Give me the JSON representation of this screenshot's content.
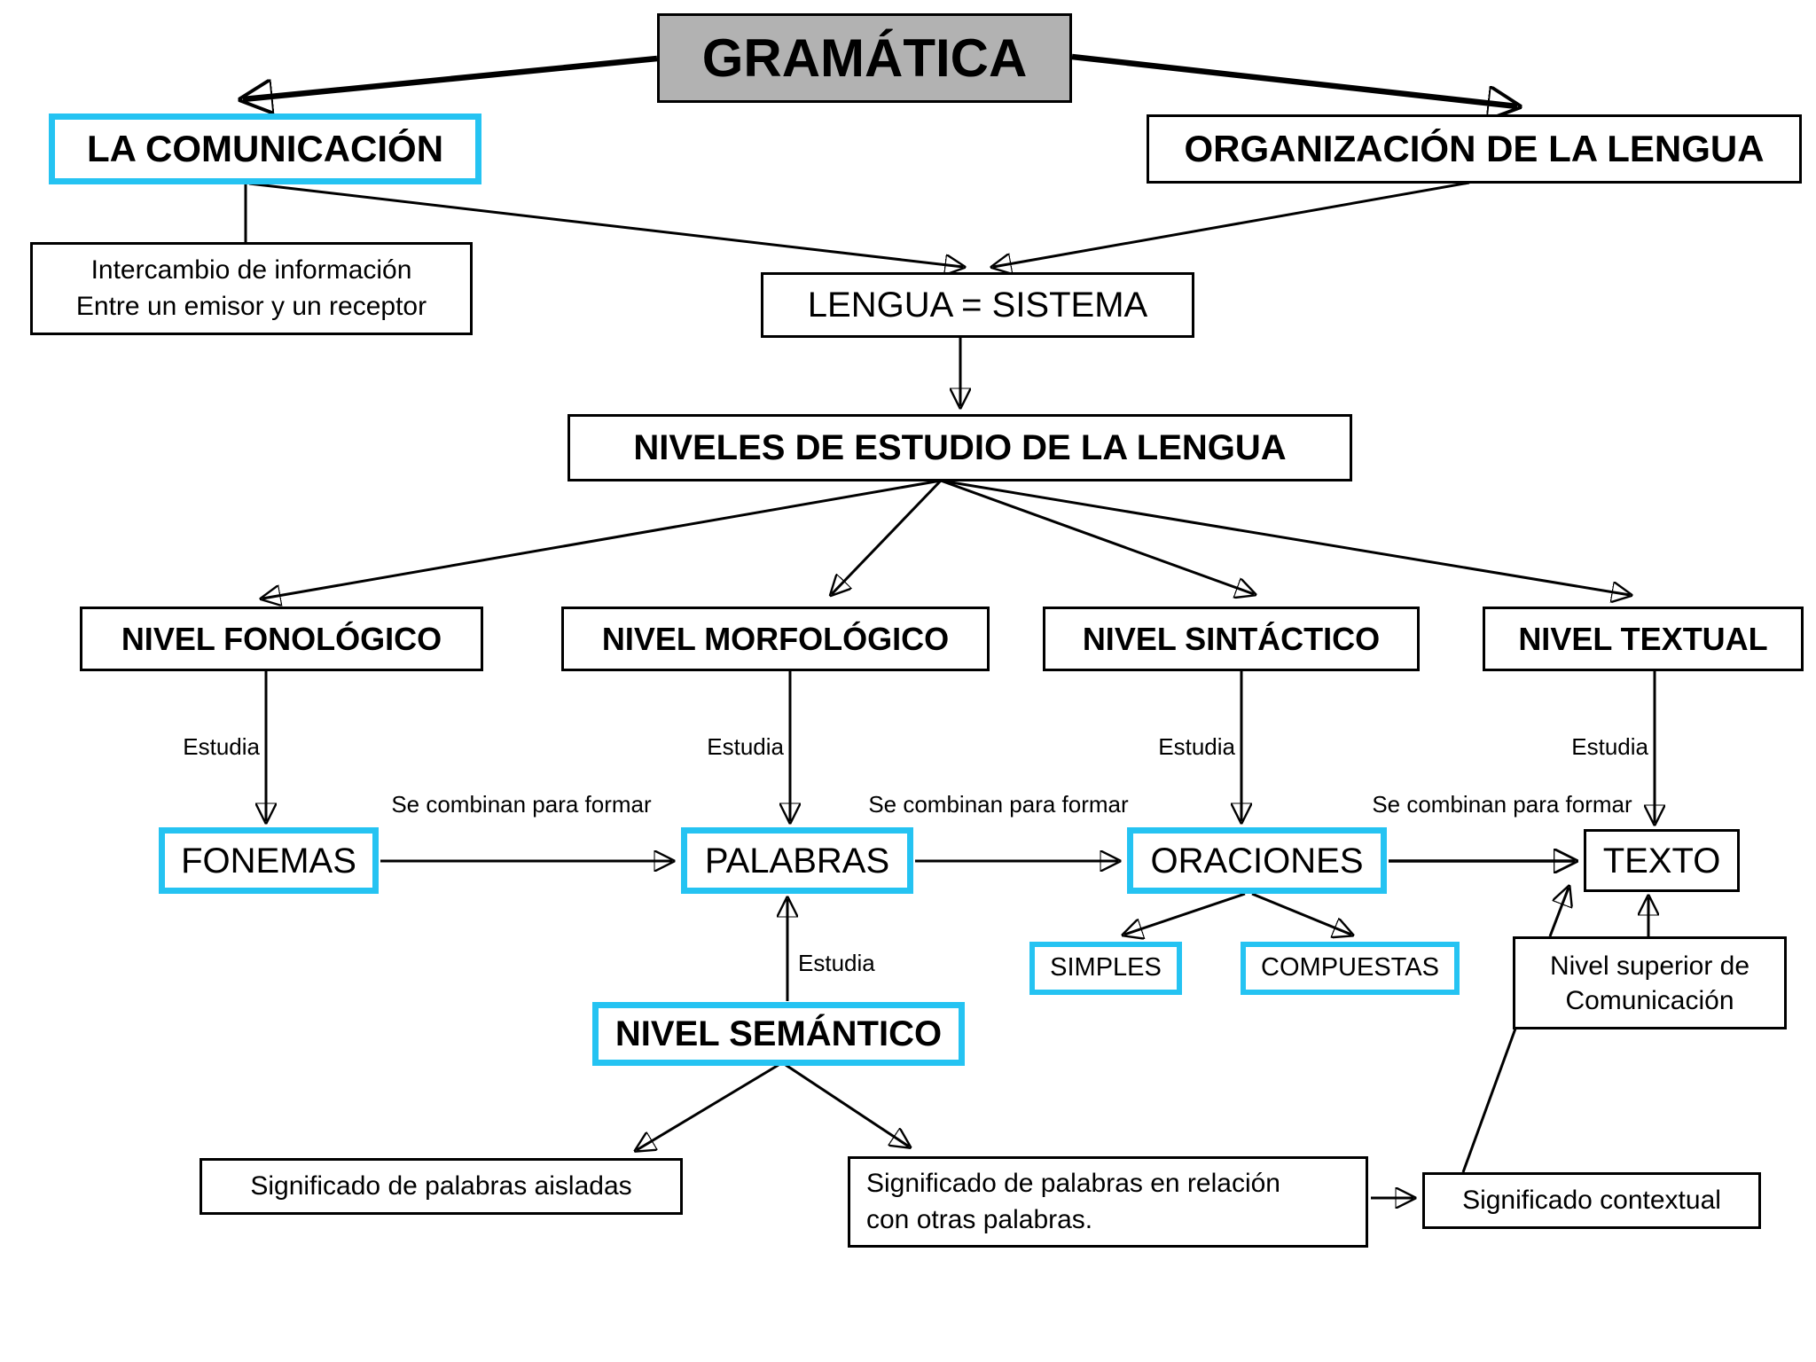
{
  "title": "GRAMÁTICA",
  "colors": {
    "accent_cyan": "#25C3F2",
    "gramatica_gray": "#B2B2B2",
    "line_black": "#000000",
    "background": "#FFFFFF"
  },
  "nodes": {
    "gramatica": {
      "label": "GRAMÁTICA"
    },
    "comunicacion": {
      "label": "LA COMUNICACIÓN"
    },
    "organizacion": {
      "label": "ORGANIZACIÓN DE LA LENGUA"
    },
    "intercambio": {
      "line1": "Intercambio de información",
      "line2": "Entre un emisor y un receptor"
    },
    "lengua_sistema": {
      "label": "LENGUA = SISTEMA"
    },
    "niveles": {
      "label": "NIVELES DE ESTUDIO DE LA LENGUA"
    },
    "nivel_fonologico": {
      "label": "NIVEL FONOLÓGICO"
    },
    "nivel_morfologico": {
      "label": "NIVEL MORFOLÓGICO"
    },
    "nivel_sintactico": {
      "label": "NIVEL SINTÁCTICO"
    },
    "nivel_textual": {
      "label": "NIVEL TEXTUAL"
    },
    "fonemas": {
      "label": "FONEMAS"
    },
    "palabras": {
      "label": "PALABRAS"
    },
    "oraciones": {
      "label": "ORACIONES"
    },
    "texto": {
      "label": "TEXTO"
    },
    "simples": {
      "label": "SIMPLES"
    },
    "compuestas": {
      "label": "COMPUESTAS"
    },
    "nivel_semantico": {
      "label": "NIVEL SEMÁNTICO"
    },
    "nivel_superior": {
      "line1": "Nivel superior de",
      "line2": "Comunicación"
    },
    "sig_aisladas": {
      "label": "Significado de palabras aisladas"
    },
    "sig_relacion": {
      "line1": "Significado de palabras en relación",
      "line2": "con otras palabras."
    },
    "sig_contextual": {
      "label": "Significado contextual"
    }
  },
  "edge_labels": {
    "estudia_fonologico": "Estudia",
    "estudia_morfologico": "Estudia",
    "estudia_sintactico": "Estudia",
    "estudia_textual": "Estudia",
    "estudia_semantico": "Estudia",
    "combinar_fonemas_palabras": "Se combinan para formar",
    "combinar_palabras_oraciones": "Se combinan para formar",
    "combinar_oraciones_texto": "Se combinan para formar"
  }
}
